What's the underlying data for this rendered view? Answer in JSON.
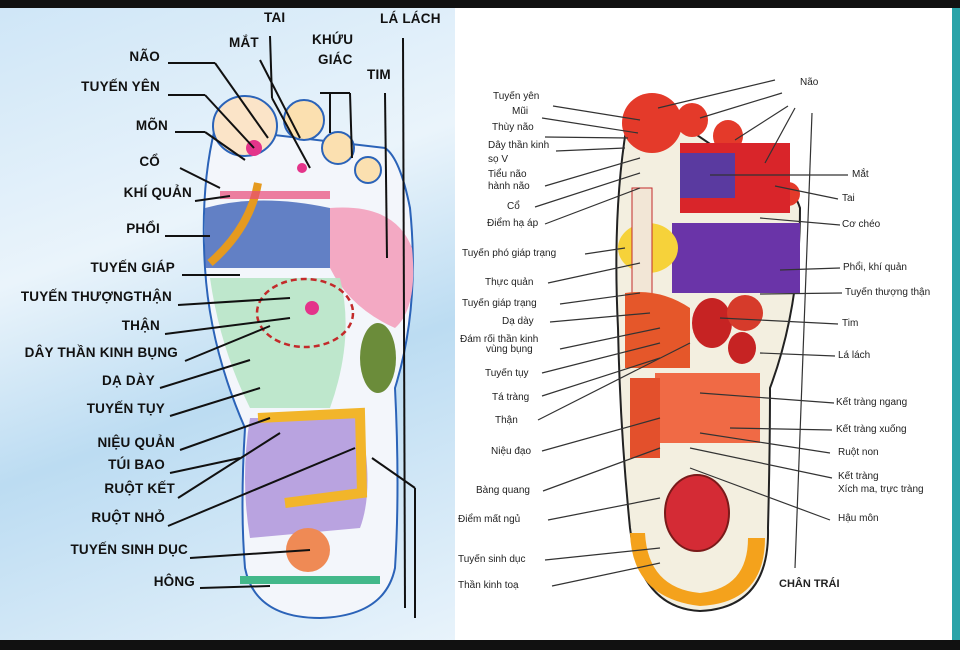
{
  "left_foot": {
    "top_labels": {
      "tai": "TAI",
      "mat": "MẮT",
      "khuu_giac_1": "KHỨU",
      "khuu_giac_2": "GIÁC",
      "la_lach": "LÁ LÁCH",
      "tim": "TIM"
    },
    "side_labels": [
      "NÃO",
      "TUYẾN YÊN",
      "MÕN",
      "CỔ",
      "KHÍ QUẢN",
      "PHỔI",
      "TUYẾN GIÁP",
      "TUYẾN THƯỢNGTHẬN",
      "THẬN",
      "DÂY THẦN KINH BỤNG",
      "DẠ DÀY",
      "TUYẾN TỤY",
      "NIỆU QUẢN",
      "TÚI BAO",
      "RUỘT KẾT",
      "RUỘT NHỎ",
      "TUYẾN SINH DỤC",
      "HÔNG"
    ]
  },
  "right_foot": {
    "title": "CHÂN TRÁI",
    "left_labels": [
      "Tuyến yên",
      "Mũi",
      "Thùy não",
      "Dây thần kinh",
      "sọ V",
      "Tiểu não",
      "hành não",
      "Cổ",
      "Điểm hạ áp",
      "Tuyến phó giáp trạng",
      "Thực quản",
      "Tuyến giáp trạng",
      "Dạ dày",
      "Đám rối thần kinh",
      "vùng bụng",
      "Tuyến tụy",
      "Tá tràng",
      "Thận",
      "Niệu đạo",
      "Bàng quang",
      "Điểm mất ngủ",
      "Tuyến sinh dục",
      "Thần kinh toạ"
    ],
    "right_labels": [
      "Não",
      "Mắt",
      "Tai",
      "Cơ chéo",
      "Phổi, khí quản",
      "Tuyến thượng thận",
      "Tim",
      "Lá lách",
      "Kết tràng ngang",
      "Kết tràng xuống",
      "Ruột non",
      "Kết tràng",
      "Xích ma, trực tràng",
      "Hậu môn"
    ]
  }
}
